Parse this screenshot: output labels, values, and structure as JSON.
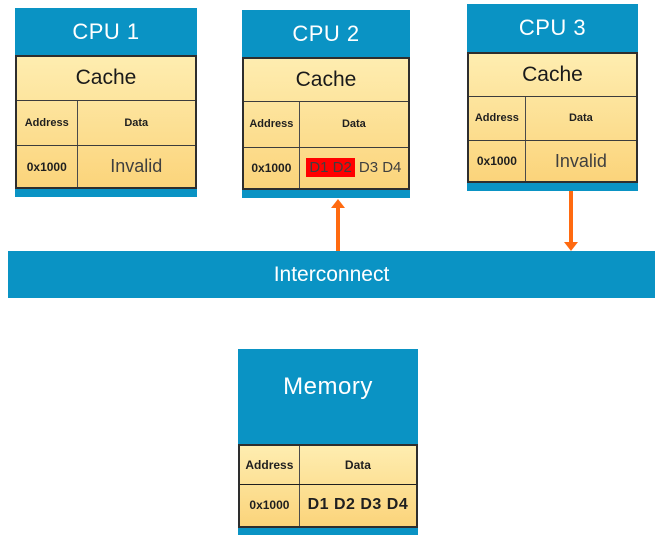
{
  "colors": {
    "accent-blue": "#0A93C4",
    "arrow-orange": "#FF6A10",
    "highlight-red": "#FF0000",
    "table-gradient-top": "#FEEDB0",
    "table-gradient-bottom": "#FBD47B",
    "border-dark": "#2E2E2E"
  },
  "diagram": {
    "cpus": [
      {
        "title": "CPU 1",
        "cache_label": "Cache",
        "address_header": "Address",
        "data_header": "Data",
        "row": {
          "address": "0x1000",
          "data": "Invalid"
        }
      },
      {
        "title": "CPU 2",
        "cache_label": "Cache",
        "address_header": "Address",
        "data_header": "Data",
        "row": {
          "address": "0x1000",
          "data_highlight": "D1 D2",
          "data_rest": "D3 D4"
        }
      },
      {
        "title": "CPU 3",
        "cache_label": "Cache",
        "address_header": "Address",
        "data_header": "Data",
        "row": {
          "address": "0x1000",
          "data": "Invalid"
        }
      }
    ],
    "connectors": [
      {
        "name": "cpu2-to-interconnect",
        "direction": "up"
      },
      {
        "name": "cpu3-to-interconnect",
        "direction": "down"
      }
    ],
    "interconnect_label": "Interconnect",
    "memory": {
      "title": "Memory",
      "address_header": "Address",
      "data_header": "Data",
      "row": {
        "address": "0x1000",
        "data": "D1 D2 D3 D4"
      }
    }
  }
}
